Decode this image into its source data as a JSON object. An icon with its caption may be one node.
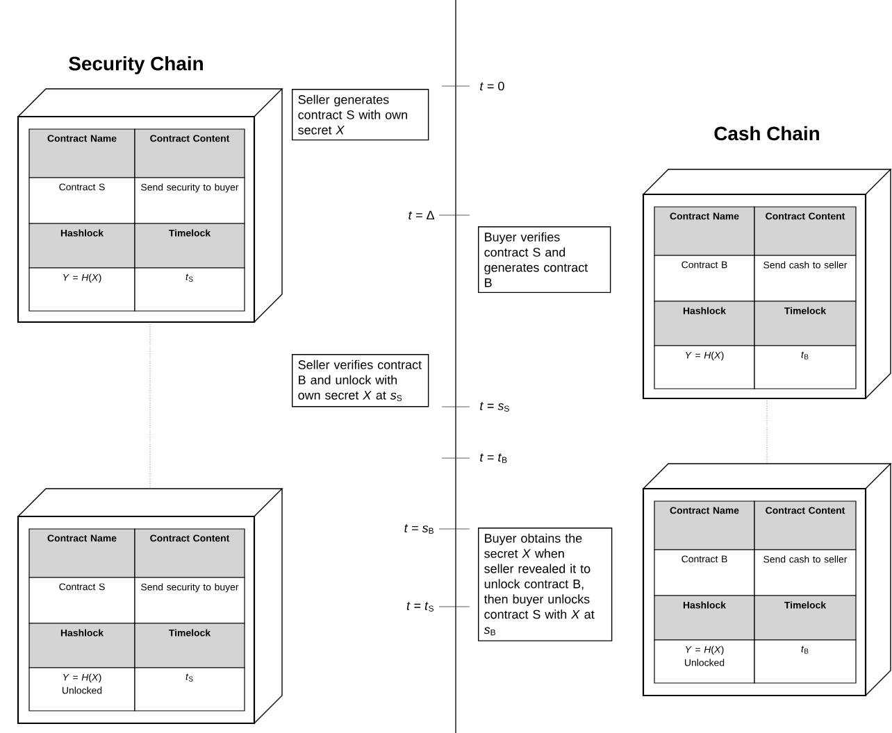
{
  "diagram": {
    "nodes": [
      {
        "text": [
          "Security Chain",
          "Contract Name",
          "Contract Content",
          "Contract S",
          "Send security to buyer",
          "Hashlock",
          "Timelock",
          "*Y* = *H*(*X*)",
          "*t*$_{S}$"
        ]
      },
      {
        "text": [
          "Contract Name",
          "Contract Content",
          "Contract S",
          "Send security to buyer",
          "Hashlock",
          "Timelock",
          "*Y* = *H*(*X*)",
          "Unlocked",
          "*t*$_{S}$"
        ]
      },
      {
        "text": [
          "Cash Chain",
          "Contract Name",
          "Contract Content",
          "Contract B",
          "Send cash to seller",
          "Hashlock",
          "Timelock",
          "*Y* = *H*(*X*)",
          "*t*$_{B}$"
        ]
      },
      {
        "text": [
          "Contract Name",
          "Contract Content",
          "Contract B",
          "Send cash to seller",
          "Hashlock",
          "Timelock",
          "*Y* = *H*(*X*)",
          "Unlocked",
          "*t*$_{B}$"
        ]
      },
      {
        "text": [
          "Seller generates contract S with own secret *X*"
        ]
      },
      {
        "text": [
          "Buyer verifies contract S and generates contract B"
        ]
      },
      {
        "text": [
          "Seller verifies contract B and unlock with own secret *X* at *s*$_{S}$"
        ]
      },
      {
        "text": [
          "Buyer obtains the secret *X* when seller revealed it to unlock contract B, then buyer unlocks contract S with *X* at *s*$_{B}$"
        ]
      }
    ],
    "edges": [
      {
        "from": 0,
        "to": 1,
        "arrow": "none",
        "style": "dashed"
      },
      {
        "from": 2,
        "to": 3,
        "arrow": "none",
        "style": "dashed"
      }
    ],
    "labels": [
      "*t* = 0",
      "*t* = Δ",
      "*t* = *s*$_{S}$",
      "*t* = *t*$_{B}$",
      "*t* = *s*$_{B}$",
      "*t* = *t*$_{S}$"
    ]
  }
}
